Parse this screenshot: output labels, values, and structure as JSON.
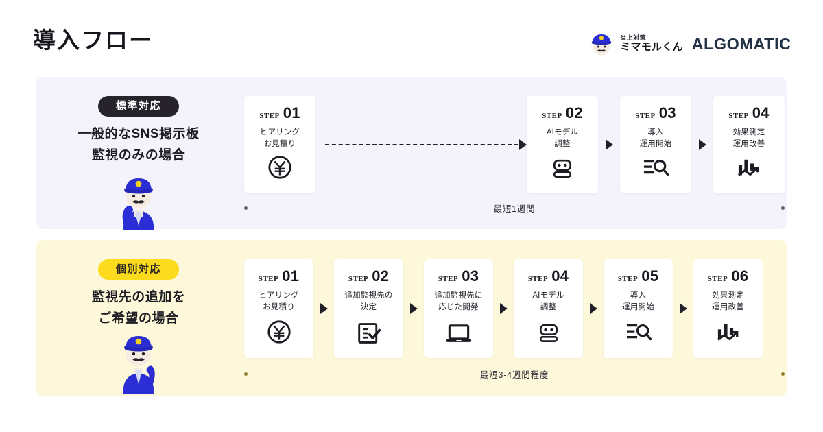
{
  "header": {
    "title": "導入フロー",
    "brand": {
      "mascot_sub": "炎上対策",
      "mascot_name": "ミマモルくん",
      "company": "ALGOMATIC"
    }
  },
  "colors": {
    "row_standard_bg": "#f4f2fb",
    "row_custom_bg": "#fcf8d9",
    "badge_dark": "#26232b",
    "badge_yellow": "#fcdb1f",
    "ink": "#17161c",
    "algomatic": "#223144",
    "officer_blue": "#2b2ed4",
    "officer_cap_dot": "#f2cf23"
  },
  "rows": [
    {
      "id": "standard",
      "badge": "標準対応",
      "headline": "一般的なSNS掲示板\n監視のみの場合",
      "duration": "最短1週間",
      "steps": [
        {
          "word": "STEP",
          "num": "01",
          "label": "ヒアリング\nお見積り",
          "icon": "yen-circle-icon"
        },
        {
          "word": "STEP",
          "num": "02",
          "label": "AIモデル\n調整",
          "icon": "robot-icon"
        },
        {
          "word": "STEP",
          "num": "03",
          "label": "導入\n運用開始",
          "icon": "list-search-icon"
        },
        {
          "word": "STEP",
          "num": "04",
          "label": "効果測定\n運用改善",
          "icon": "growth-chart-icon"
        }
      ]
    },
    {
      "id": "custom",
      "badge": "個別対応",
      "headline": "監視先の追加を\nご希望の場合",
      "duration": "最短3-4週間程度",
      "steps": [
        {
          "word": "STEP",
          "num": "01",
          "label": "ヒアリング\nお見積り",
          "icon": "yen-circle-icon"
        },
        {
          "word": "STEP",
          "num": "02",
          "label": "追加監視先の\n決定",
          "icon": "checklist-icon"
        },
        {
          "word": "STEP",
          "num": "03",
          "label": "追加監視先に\n応じた開発",
          "icon": "laptop-icon"
        },
        {
          "word": "STEP",
          "num": "04",
          "label": "AIモデル\n調整",
          "icon": "robot-icon"
        },
        {
          "word": "STEP",
          "num": "05",
          "label": "導入\n運用開始",
          "icon": "list-search-icon"
        },
        {
          "word": "STEP",
          "num": "06",
          "label": "効果測定\n運用改善",
          "icon": "growth-chart-icon"
        }
      ]
    }
  ]
}
